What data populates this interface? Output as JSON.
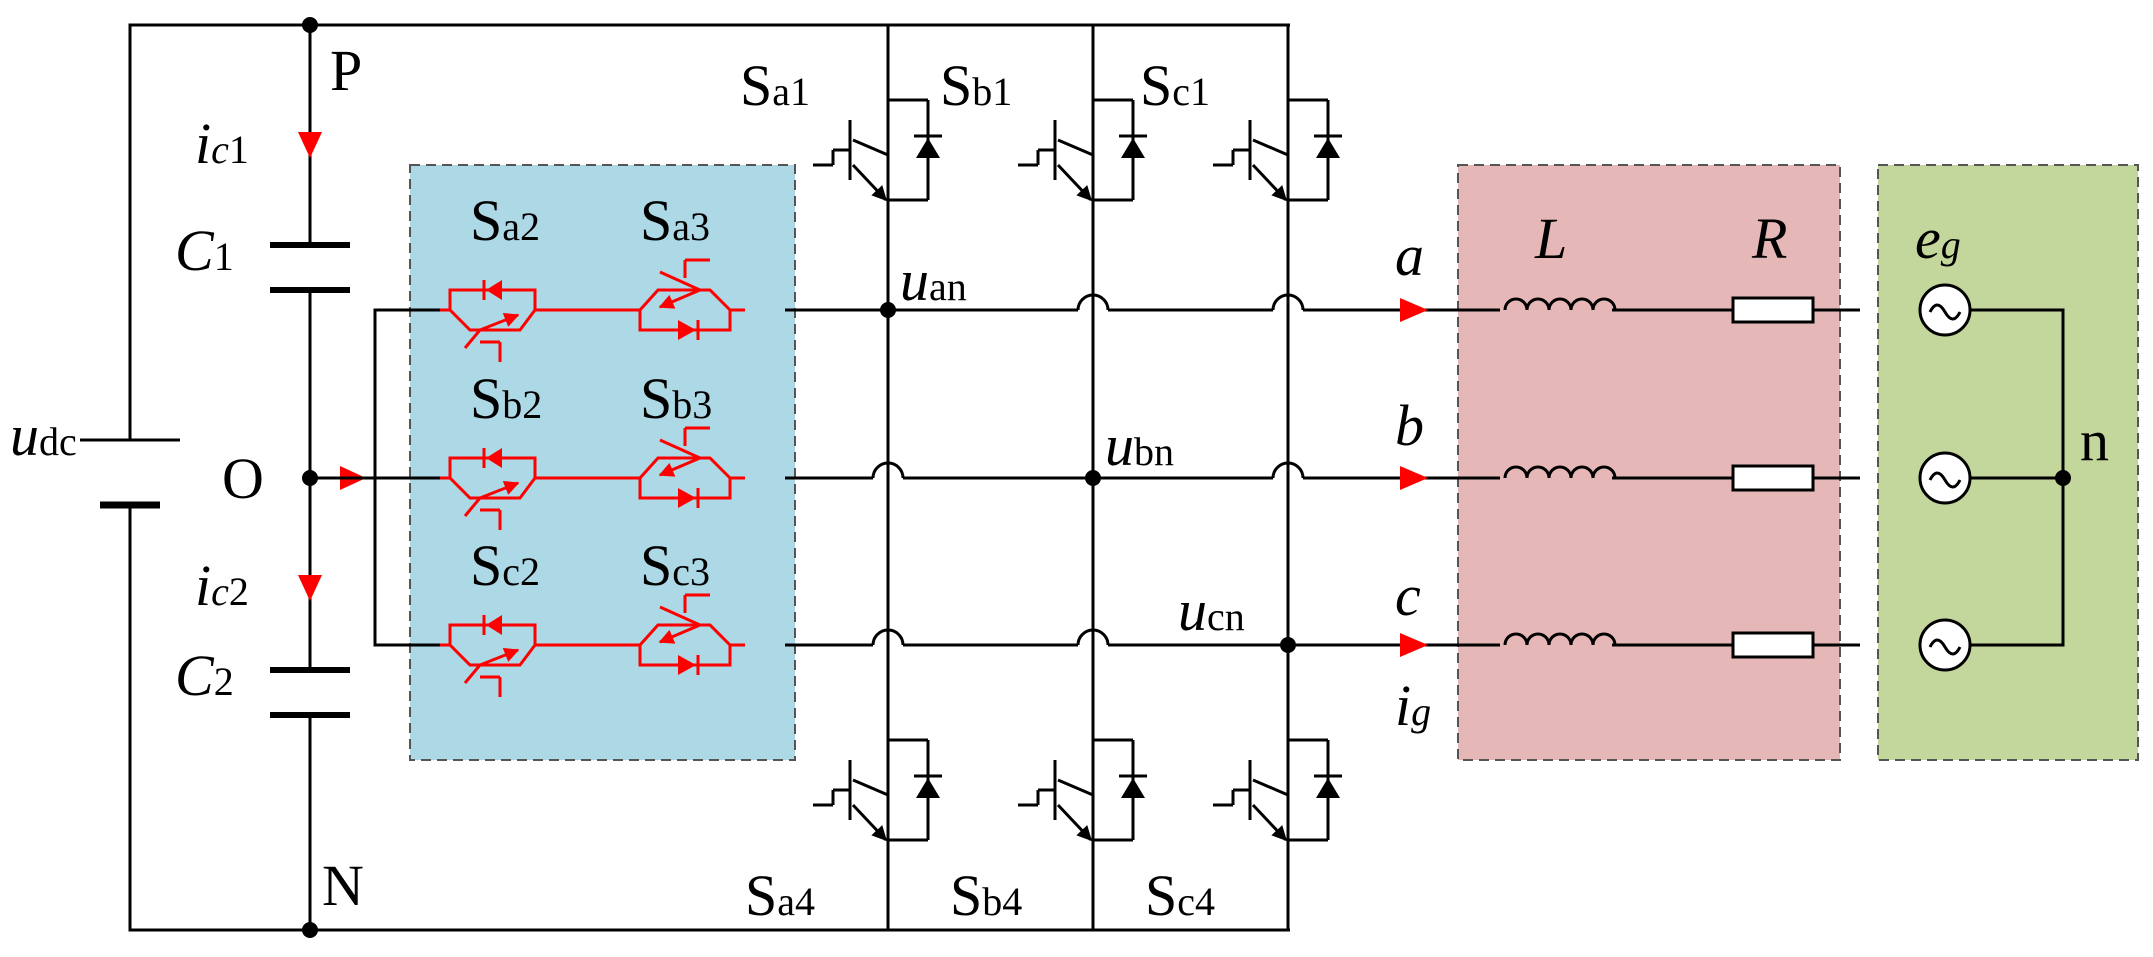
{
  "colors": {
    "wire": "#000000",
    "clamp_switch": "#ff0000",
    "current_arrow": "#ff0000",
    "clamp_box_fill": "#add8e6",
    "filter_box_fill": "#e6b7b7",
    "grid_box_fill": "#c3d69b"
  },
  "labels": {
    "P": "P",
    "O": "O",
    "N": "N",
    "n": "n",
    "udc": {
      "main": "u",
      "sub": "dc"
    },
    "ic1": {
      "main": "i",
      "sub1": "c",
      "sub2": "1"
    },
    "ic2": {
      "main": "i",
      "sub1": "c",
      "sub2": "2"
    },
    "C1": {
      "main": "C",
      "sub": "1"
    },
    "C2": {
      "main": "C",
      "sub": "2"
    },
    "Sa1": {
      "main": "S",
      "sub": "a1"
    },
    "Sb1": {
      "main": "S",
      "sub": "b1"
    },
    "Sc1": {
      "main": "S",
      "sub": "c1"
    },
    "Sa4": {
      "main": "S",
      "sub": "a4"
    },
    "Sb4": {
      "main": "S",
      "sub": "b4"
    },
    "Sc4": {
      "main": "S",
      "sub": "c4"
    },
    "Sa2": {
      "main": "S",
      "sub": "a2"
    },
    "Sa3": {
      "main": "S",
      "sub": "a3"
    },
    "Sb2": {
      "main": "S",
      "sub": "b2"
    },
    "Sb3": {
      "main": "S",
      "sub": "b3"
    },
    "Sc2": {
      "main": "S",
      "sub": "c2"
    },
    "Sc3": {
      "main": "S",
      "sub": "c3"
    },
    "uan": {
      "main": "u",
      "sub": "an"
    },
    "ubn": {
      "main": "u",
      "sub": "bn"
    },
    "ucn": {
      "main": "u",
      "sub": "cn"
    },
    "a": "a",
    "b": "b",
    "c": "c",
    "ig": {
      "main": "i",
      "sub": "g"
    },
    "L": "L",
    "R": "R",
    "eg": {
      "main": "e",
      "sub": "g"
    }
  }
}
